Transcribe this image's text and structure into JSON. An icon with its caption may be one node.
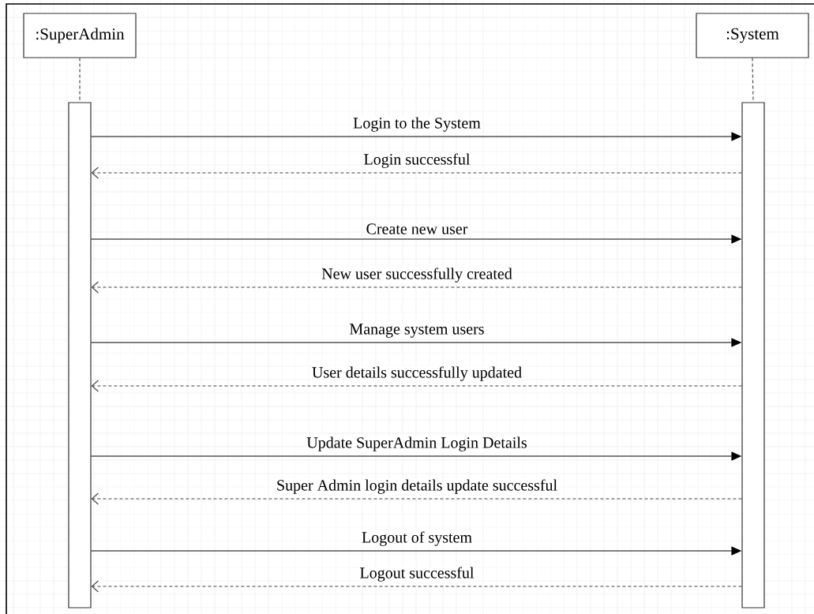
{
  "diagram": {
    "nodes": [
      {
        "text": [
          ":SuperAdmin"
        ]
      },
      {
        "text": [
          ":System"
        ]
      },
      {
        "text": [],
        "shape": "bar"
      },
      {
        "text": [],
        "shape": "bar"
      }
    ],
    "edges": [
      {
        "from": 0,
        "to": 2,
        "arrow": "none",
        "style": "dashed"
      },
      {
        "from": 1,
        "to": 3,
        "arrow": "none",
        "style": "dashed"
      },
      {
        "from": 2,
        "to": 3,
        "arrow": "to",
        "label": "Login to the System"
      },
      {
        "from": 3,
        "to": 2,
        "arrow": "to",
        "label": "Login successful",
        "style": "dashed"
      },
      {
        "from": 2,
        "to": 3,
        "arrow": "to",
        "label": "Create new user"
      },
      {
        "from": 3,
        "to": 2,
        "arrow": "to",
        "label": "New user successfully created",
        "style": "dashed"
      },
      {
        "from": 2,
        "to": 3,
        "arrow": "to",
        "label": "Manage system users"
      },
      {
        "from": 3,
        "to": 2,
        "arrow": "to",
        "label": "User details successfully updated",
        "style": "dashed"
      },
      {
        "from": 2,
        "to": 3,
        "arrow": "to",
        "label": "Update SuperAdmin Login Details"
      },
      {
        "from": 3,
        "to": 2,
        "arrow": "to",
        "label": "Super Admin login details update successful",
        "style": "dashed"
      },
      {
        "from": 2,
        "to": 3,
        "arrow": "to",
        "label": "Logout of system"
      },
      {
        "from": 3,
        "to": 2,
        "arrow": "to",
        "label": "Logout successful",
        "style": "dashed"
      }
    ]
  }
}
